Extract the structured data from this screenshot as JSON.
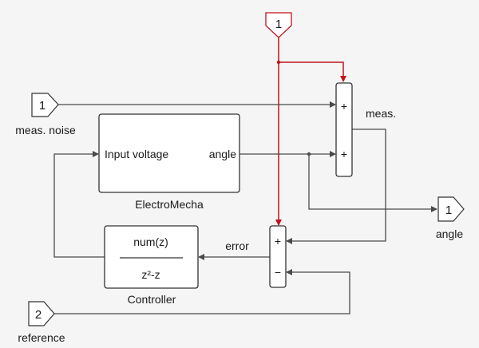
{
  "colors": {
    "background": "#f5f5f5",
    "signal_line": "#4a4a4a",
    "highlight_line": "#c0141c",
    "block_fill": "#ffffff",
    "block_border": "#333333"
  },
  "inports": [
    {
      "id": "in_top",
      "number": "1",
      "label": ""
    },
    {
      "id": "in_meas_noise",
      "number": "1",
      "label": "meas. noise"
    },
    {
      "id": "in_reference",
      "number": "2",
      "label": "reference"
    }
  ],
  "outports": [
    {
      "id": "out_angle",
      "number": "1",
      "label": "angle"
    }
  ],
  "blocks": {
    "electromecha": {
      "name": "ElectroMecha",
      "input_port": "Input voltage",
      "output_port": "angle"
    },
    "controller": {
      "name": "Controller",
      "numerator": "num(z)",
      "denominator": "z²-z"
    },
    "sum_meas": {
      "signs": [
        "+",
        "+"
      ],
      "output_label": "meas."
    },
    "sum_error": {
      "signs": [
        "+",
        "−"
      ],
      "output_label": "error"
    }
  }
}
